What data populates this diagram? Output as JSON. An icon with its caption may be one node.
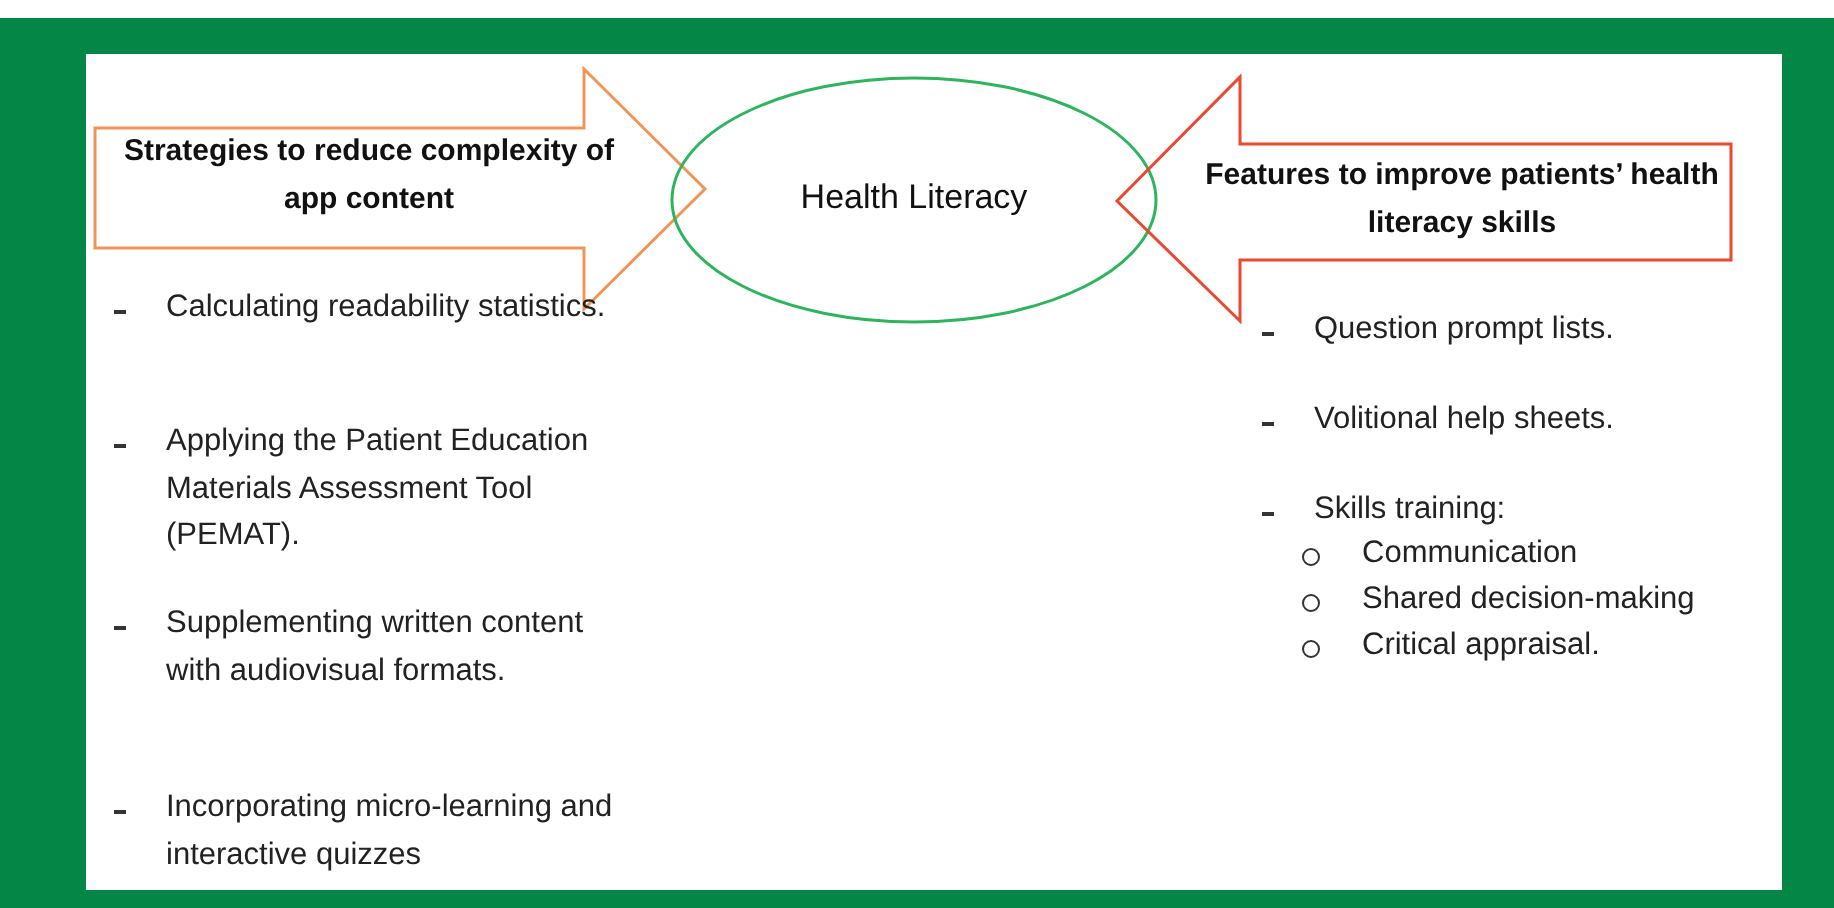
{
  "diagram": {
    "nodes": [
      {
        "text": [
          "Strategies to reduce complexity of app content"
        ]
      },
      {
        "text": [
          "Health Literacy"
        ]
      },
      {
        "text": [
          "Features to improve patients’ health literacy skills"
        ]
      }
    ],
    "labels": [
      "Calculating readability statistics.",
      "Applying the Patient Education Materials Assessment Tool (PEMAT).",
      "Supplementing written content with audiovisual formats.",
      "Incorporating micro-learning and interactive quizzes",
      "Question prompt lists.",
      "Volitional help sheets.",
      "Skills training:",
      "Communication",
      "Shared decision-making",
      "Critical appraisal."
    ]
  }
}
